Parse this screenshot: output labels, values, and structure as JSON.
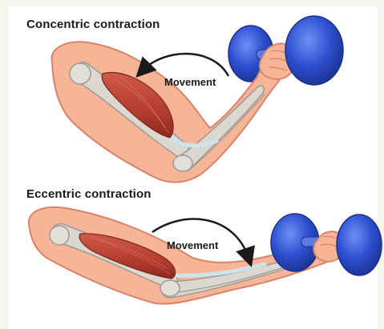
{
  "figure": {
    "panels": [
      {
        "title": "Concentric contraction",
        "arrow_label": "Movement",
        "arrow_direction": "counterclockwise",
        "elbow_state": "flexing"
      },
      {
        "title": "Eccentric contraction",
        "arrow_label": "Movement",
        "arrow_direction": "clockwise",
        "elbow_state": "extending"
      }
    ],
    "colors": {
      "skin": "#f7b597",
      "skin_outline": "#d9826a",
      "bone": "#dcd7cf",
      "bone_outline": "#9d9891",
      "muscle": "#b43c30",
      "muscle_dark": "#8c2a22",
      "tendon": "#cfe3ec",
      "dumbbell": "#2d4fcf",
      "dumbbell_dark": "#1b318d",
      "arrow": "#1a1a1a"
    }
  }
}
